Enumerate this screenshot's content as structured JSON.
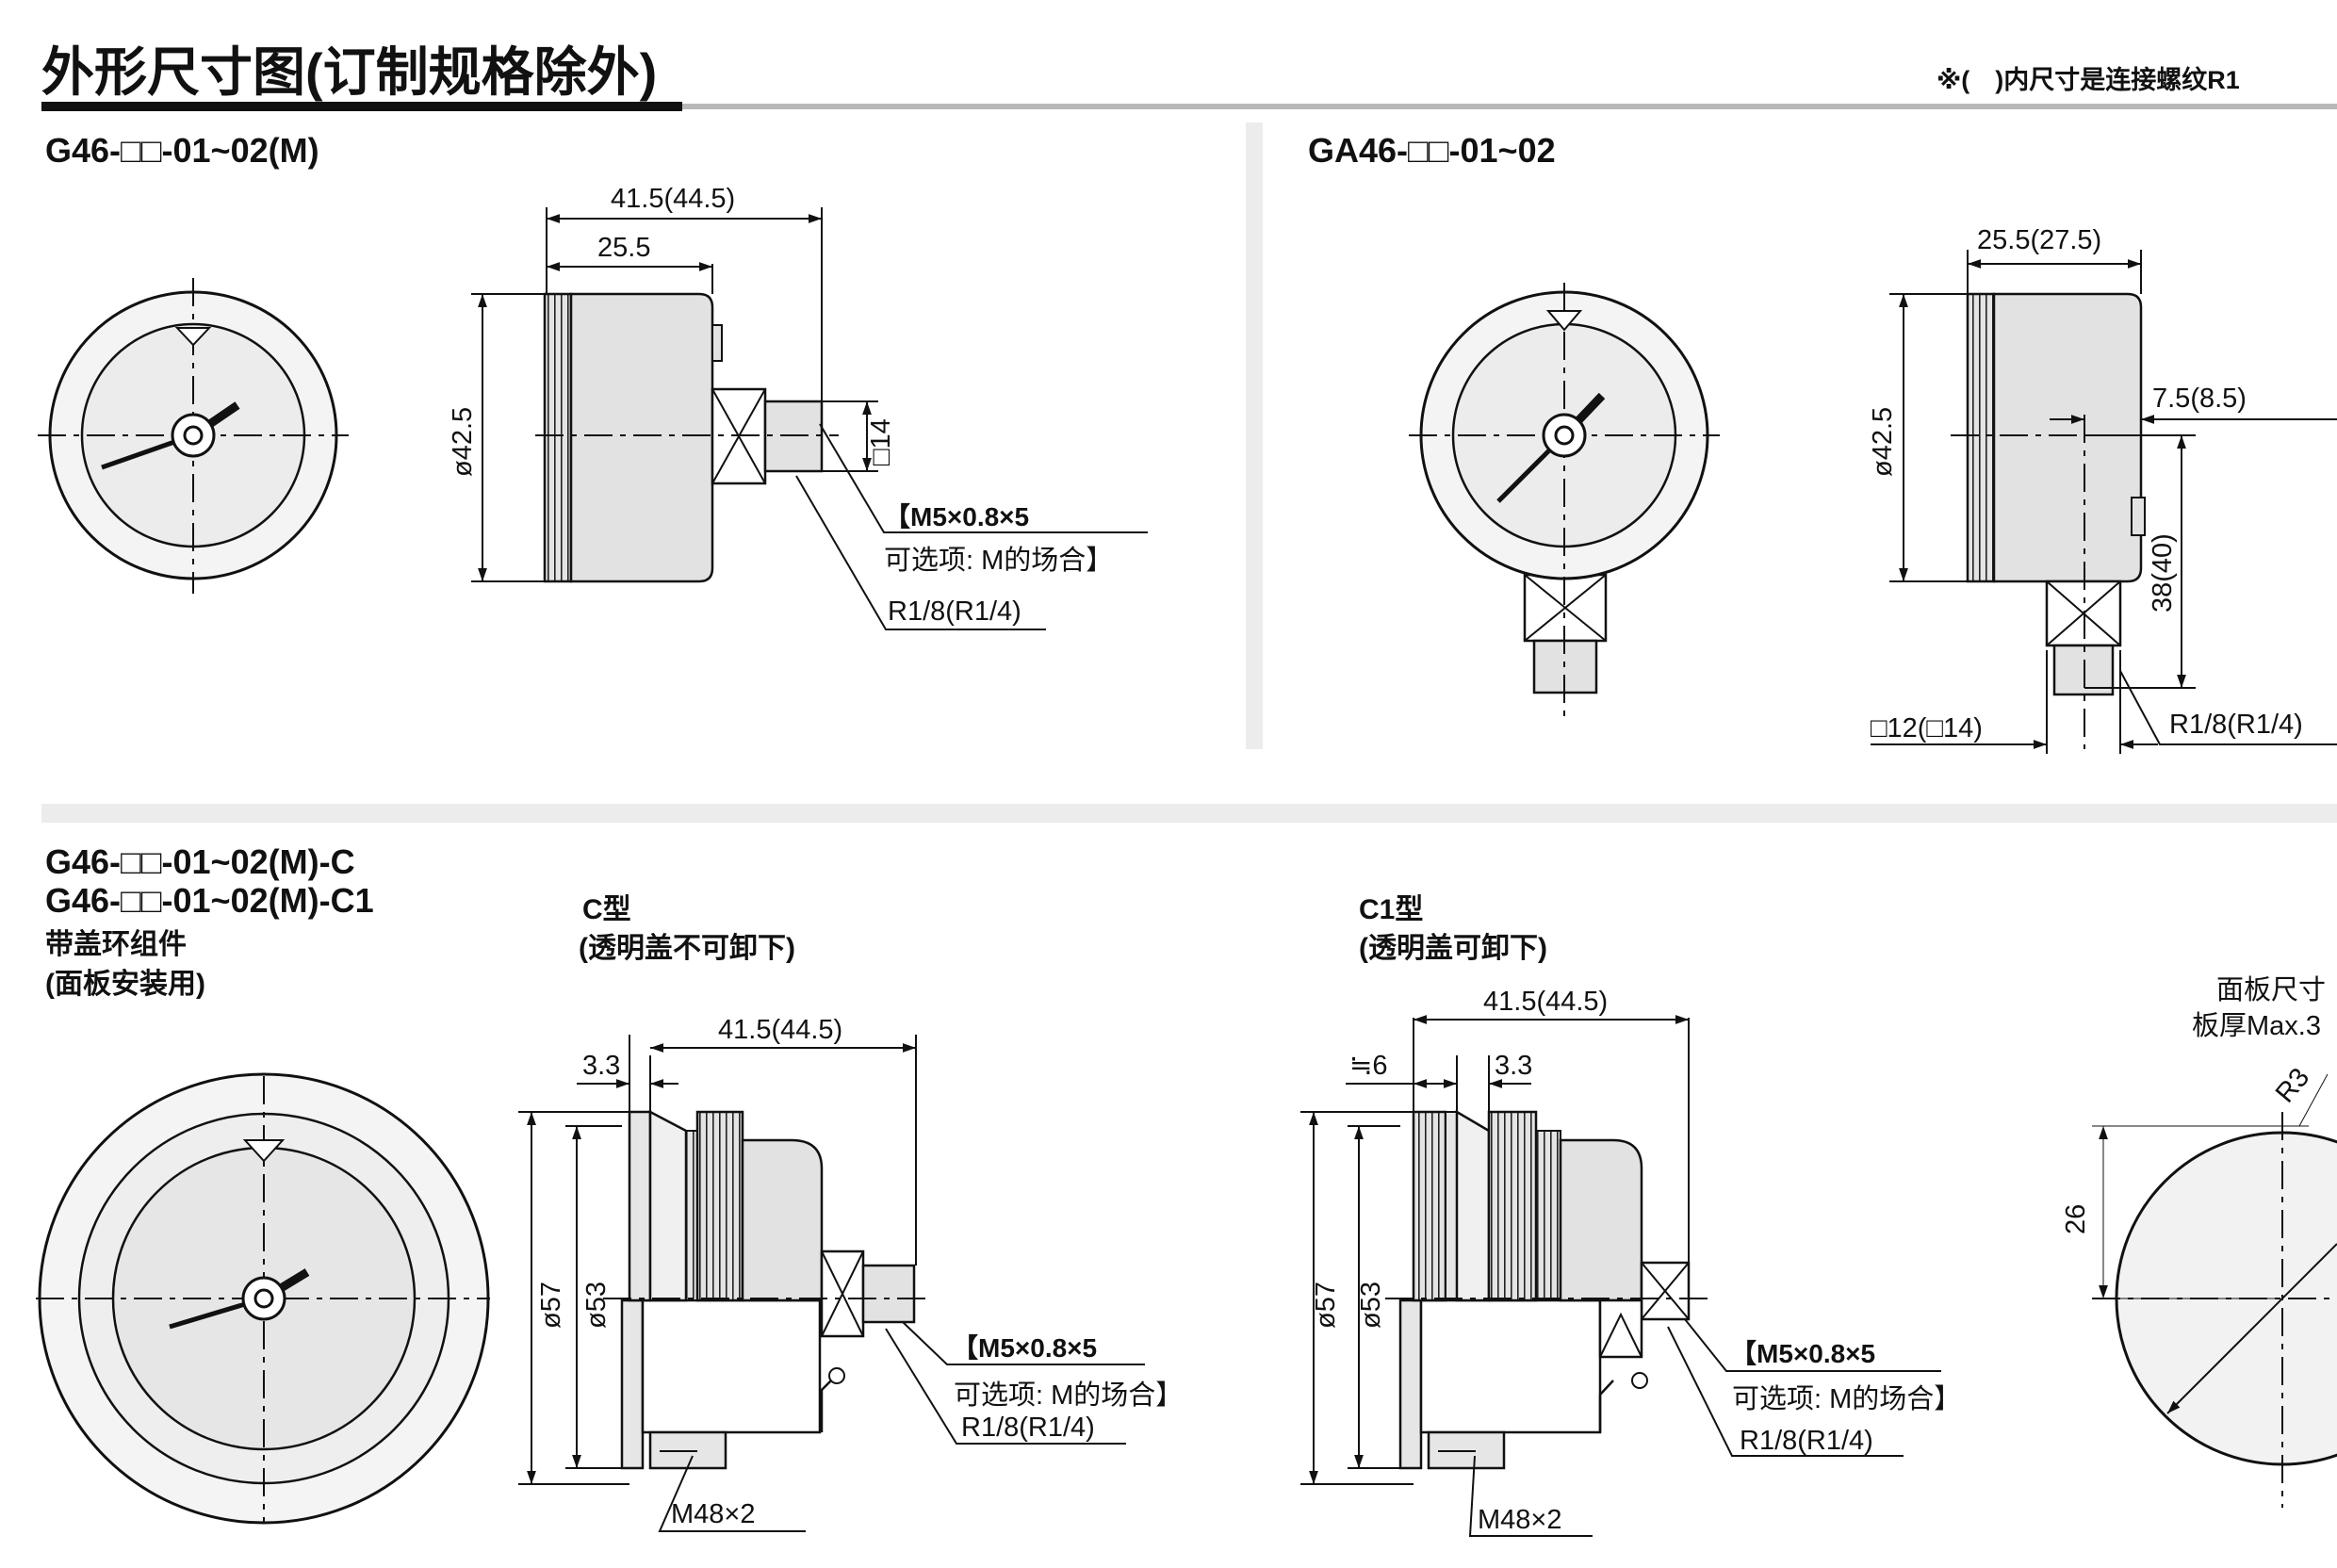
{
  "title": "外形尺寸图(订制规格除外)",
  "note": "※(　)内尺寸是连接螺纹R1",
  "views": {
    "g46": {
      "label": "G46-□□-01~02(M)",
      "dim_length": "41.5(44.5)",
      "dim_body": "25.5",
      "dim_dia": "ø42.5",
      "dim_hex": "□14",
      "callout_line1": "【M5×0.8×5",
      "callout_line2": "可选项: M的场合】",
      "callout_thread": "R1/8(R1/4)"
    },
    "ga46": {
      "label": "GA46-□□-01~02",
      "dim_body": "25.5(27.5)",
      "dim_offset": "7.5(8.5)",
      "dim_dia": "ø42.5",
      "dim_height": "38(40)",
      "dim_hex": "□12(□14)",
      "callout_thread": "R1/8(R1/4)"
    },
    "g46c": {
      "label_1": "G46-□□-01~02(M)-C",
      "label_2": "G46-□□-01~02(M)-C1",
      "desc_1": "带盖环组件",
      "desc_2": "(面板安装用)"
    },
    "c_type": {
      "name": "C型",
      "desc": "(透明盖不可卸下)",
      "dim_length": "41.5(44.5)",
      "dim_flange": "3.3",
      "dim_outer": "ø57",
      "dim_inner": "ø53",
      "callout_line1": "【M5×0.8×5",
      "callout_line2": "可选项: M的场合】",
      "callout_thread": "R1/8(R1/4)",
      "callout_nut": "M48×2"
    },
    "c1_type": {
      "name": "C1型",
      "desc": "(透明盖可卸下)",
      "dim_length": "41.5(44.5)",
      "dim_gap": "≒6",
      "dim_flange": "3.3",
      "dim_outer": "ø57",
      "dim_inner": "ø53",
      "callout_line1": "【M5×0.8×5",
      "callout_line2": "可选项: M的场合】",
      "callout_thread": "R1/8(R1/4)",
      "callout_nut": "M48×2"
    },
    "panel": {
      "title_1": "面板尺寸",
      "title_2": "板厚Max.3",
      "dim_radius": "R3",
      "dim_height": "26"
    }
  }
}
